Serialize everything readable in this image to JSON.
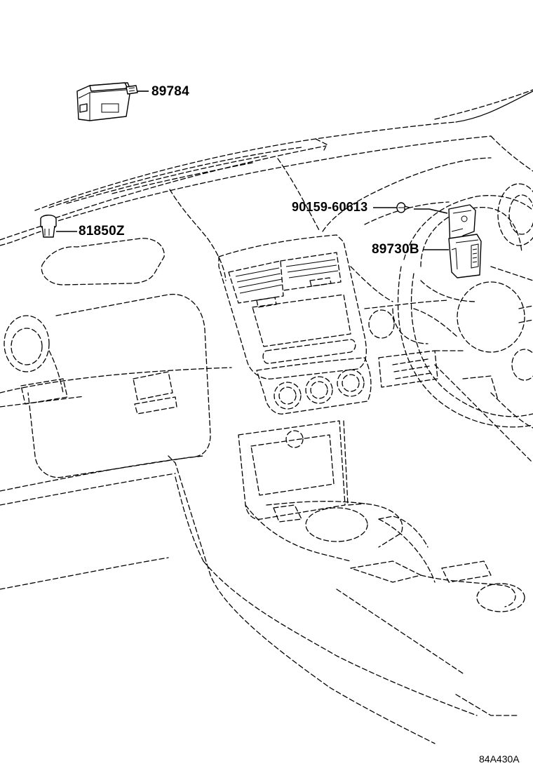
{
  "callouts": {
    "p89784": "89784",
    "p81850z": "81850Z",
    "p90159": "90159-60613",
    "p89730b": "89730B"
  },
  "illustration_code": "84A430A"
}
